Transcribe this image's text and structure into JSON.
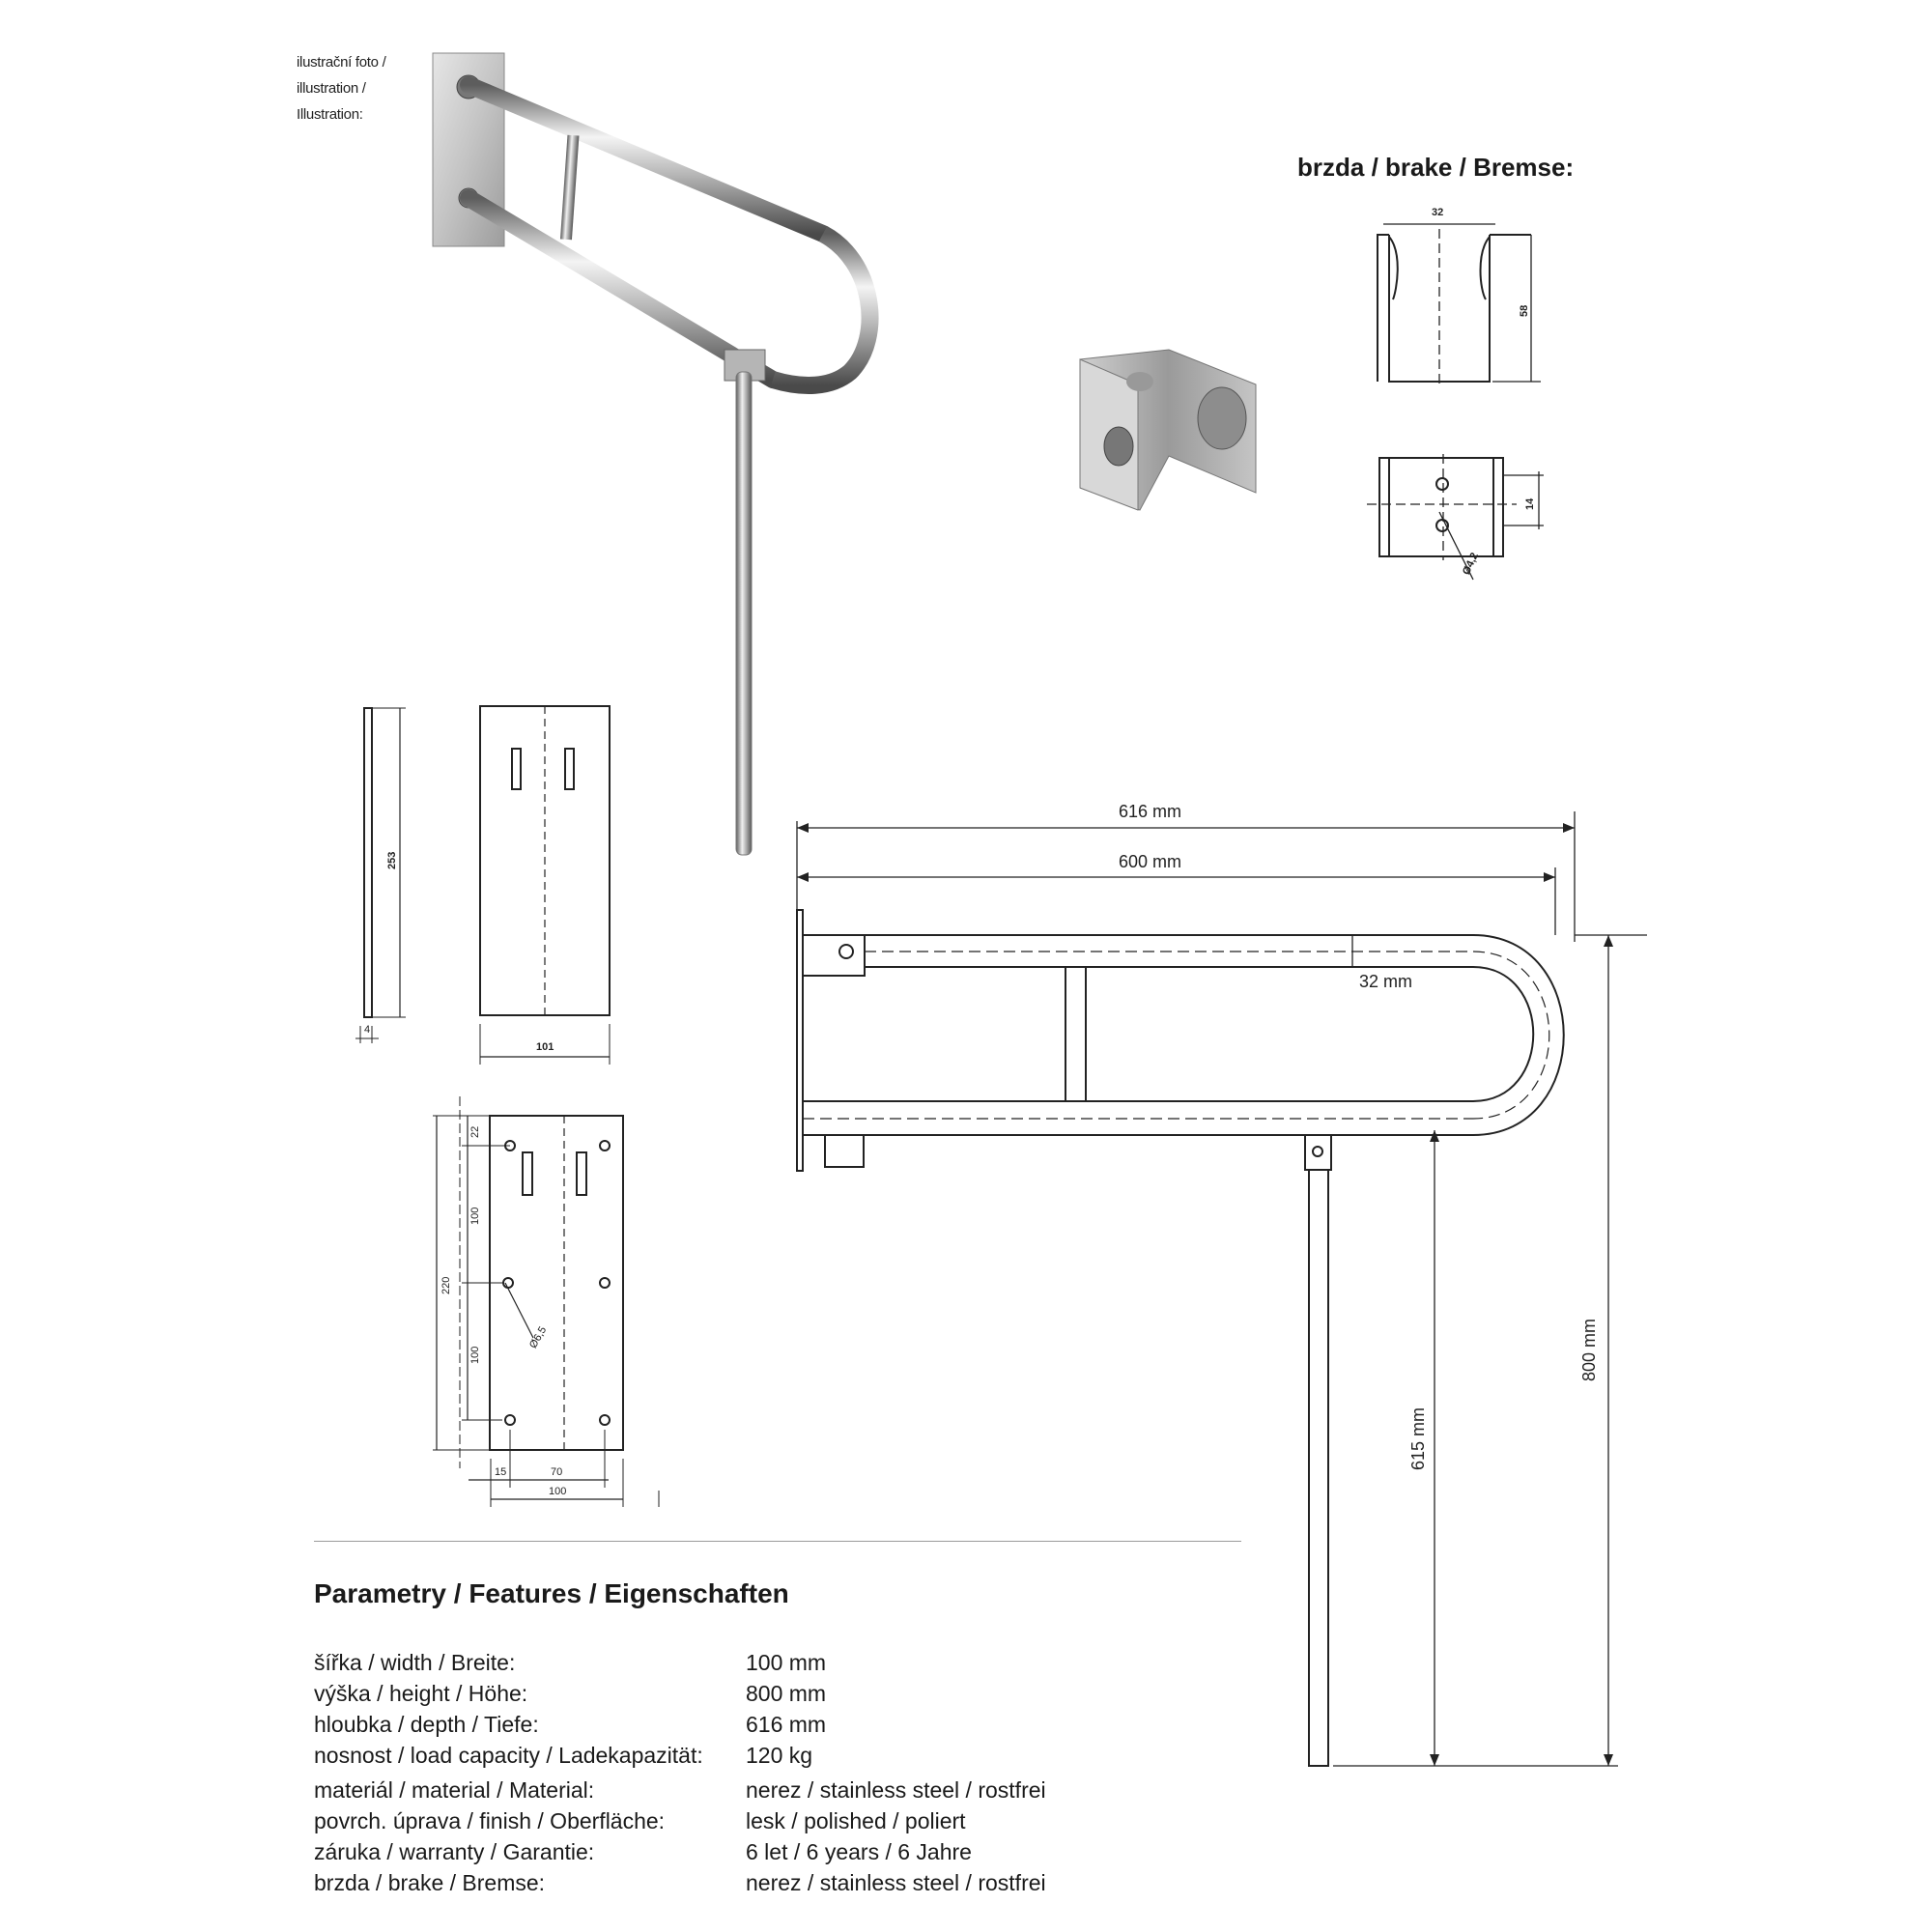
{
  "photo_caption": [
    "ilustrační foto /",
    "illustration /",
    "Illustration:"
  ],
  "brake": {
    "heading": "brzda / brake / Bremse:",
    "dims": {
      "width": "32",
      "height": "58",
      "hole_spacing": "14",
      "hole_diameter": "Ø4,2"
    }
  },
  "plate": {
    "dims": {
      "height": "253",
      "thickness": "4",
      "width": "101",
      "top_offset": "22",
      "upper_gap": "100",
      "total_hole_span": "220",
      "lower_gap": "100",
      "hole_diameter": "Ø6,5",
      "edge_offset": "15",
      "hole_x_spacing": "70",
      "bottom_width": "100"
    }
  },
  "main_drawing": {
    "dims": {
      "overall_length": "616 mm",
      "bar_length": "600 mm",
      "tube_diameter": "32 mm",
      "height_total": "800 mm",
      "height_leg": "615 mm"
    }
  },
  "features": {
    "heading": "Parametry / Features / Eigenschaften",
    "rows": [
      {
        "label": "šířka / width / Breite:",
        "value": "100 mm"
      },
      {
        "label": "výška / height / Höhe:",
        "value": "800 mm"
      },
      {
        "label": "hloubka / depth / Tiefe:",
        "value": "616 mm"
      },
      {
        "label": "nosnost / load capacity / Ladekapazität:",
        "value": "120 kg"
      },
      {
        "label": "materiál / material / Material:",
        "value": "nerez / stainless steel / rostfrei"
      },
      {
        "label": "povrch. úprava / finish / Oberfläche:",
        "value": "lesk / polished / poliert"
      },
      {
        "label": "záruka / warranty / Garantie:",
        "value": "6 let / 6 years / 6 Jahre"
      },
      {
        "label": "brzda / brake / Bremse:",
        "value": "nerez / stainless steel / rostfrei"
      }
    ]
  }
}
